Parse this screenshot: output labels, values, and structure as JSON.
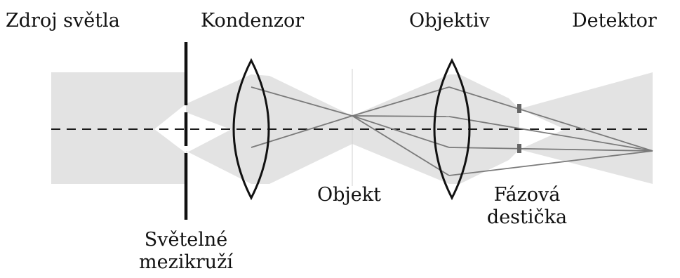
{
  "labels": {
    "source": "Zdroj světla",
    "condenser": "Kondenzor",
    "objective": "Objektiv",
    "detector": "Detektor",
    "object": "Objekt",
    "phase_plate_line1": "Fázová",
    "phase_plate_line2": "destička",
    "annulus_line1": "Světelné",
    "annulus_line2": "mezikruží"
  },
  "colors": {
    "beam_fill": "#e3e3e3",
    "ray": "#7a7a7a",
    "optics": "#111111",
    "phase_mark": "#666666"
  }
}
